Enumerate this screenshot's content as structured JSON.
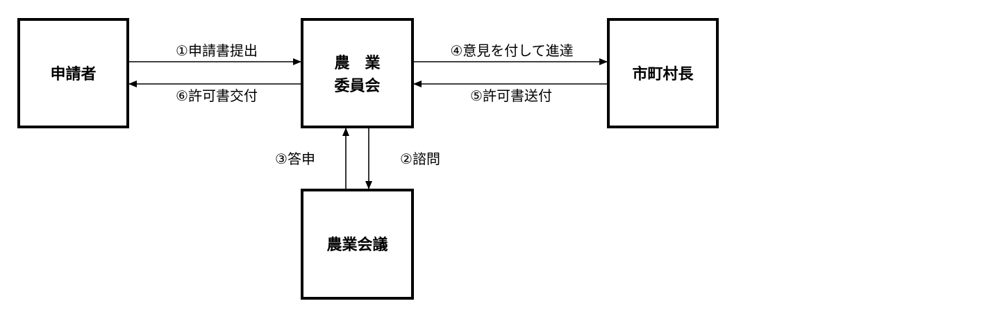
{
  "nodes": {
    "applicant": "申請者",
    "agri_committee_line1": "農　業",
    "agri_committee_line2": "委員会",
    "mayor": "市町村長",
    "agri_council": "農業会議"
  },
  "edges": {
    "submit_application": "①申請書提出",
    "consultation": "②諮問",
    "report": "③答申",
    "forward_with_opinion": "④意見を付して進達",
    "send_permit": "⑤許可書送付",
    "issue_permit": "⑥許可書交付"
  },
  "colors": {
    "stroke": "#000000",
    "background": "#ffffff"
  }
}
